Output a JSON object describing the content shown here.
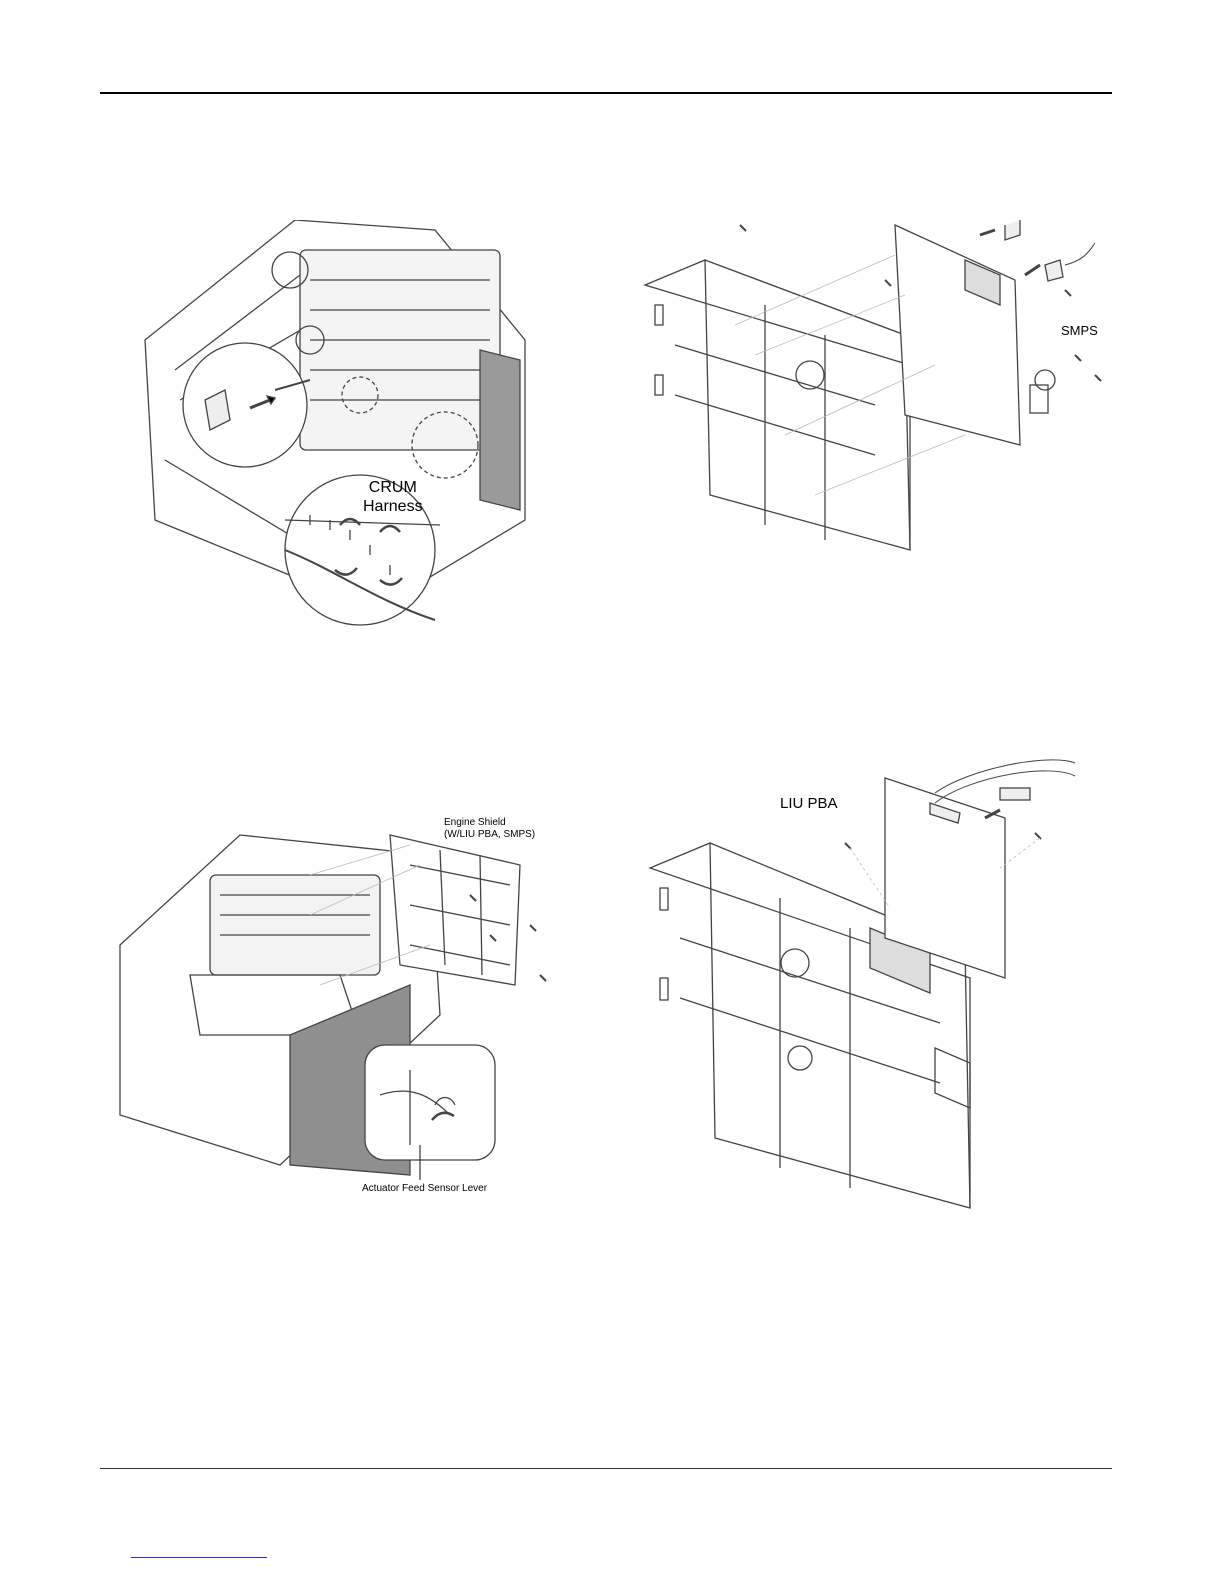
{
  "figures": {
    "fig1": {
      "label_line1": "CRUM",
      "label_line2": "Harness"
    },
    "fig2": {
      "label": "SMPS"
    },
    "fig3": {
      "label_line1": "Engine Shield",
      "label_line2": "(W/LIU PBA, SMPS)",
      "label_bottom": "Actuator Feed Sensor Lever"
    },
    "fig4": {
      "label": "LIU PBA"
    }
  },
  "colors": {
    "line": "#444444",
    "rule": "#000000",
    "link": "#2b2bd0",
    "shield": "#8f8f8f"
  }
}
